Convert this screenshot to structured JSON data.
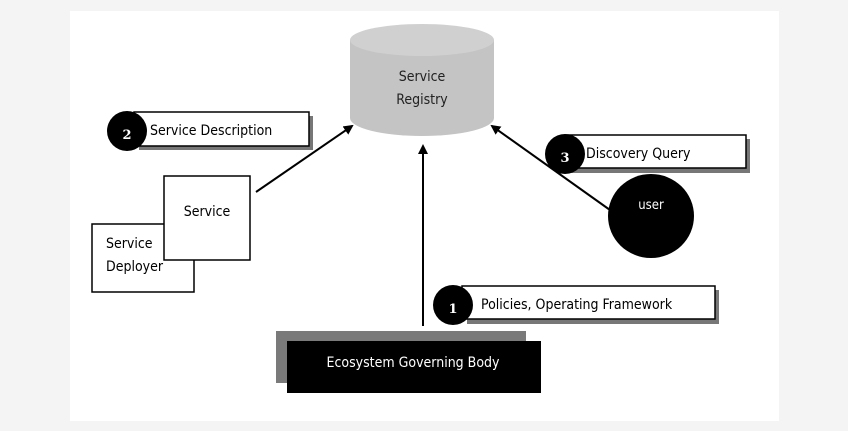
{
  "diagram": {
    "registry": {
      "line1": "Service",
      "line2": "Registry",
      "fill": "#c4c4c4"
    },
    "steps": [
      {
        "number": "1",
        "label": "Policies, Operating Framework"
      },
      {
        "number": "2",
        "label": "Service Description"
      },
      {
        "number": "3",
        "label": "Discovery Query"
      }
    ],
    "service": {
      "label": "Service"
    },
    "deployer": {
      "line1": "Service",
      "line2": "Deployer"
    },
    "user": {
      "label": "user"
    },
    "governing_body": {
      "label": "Ecosystem Governing Body"
    },
    "edges": [
      {
        "from": "Service",
        "to": "Service Registry",
        "step": "2"
      },
      {
        "from": "Ecosystem Governing Body",
        "to": "Service Registry",
        "step": "1"
      },
      {
        "from": "user",
        "to": "Service Registry",
        "step": "3"
      }
    ]
  }
}
